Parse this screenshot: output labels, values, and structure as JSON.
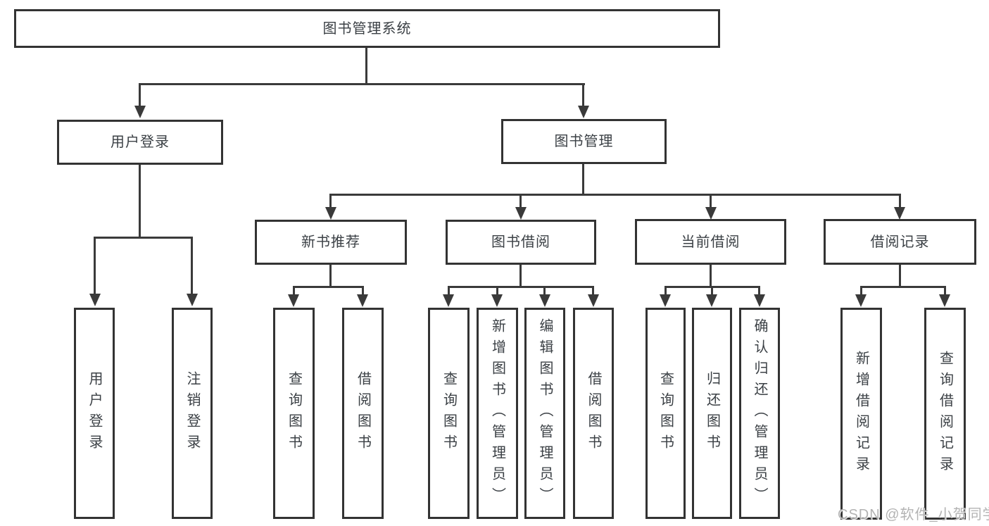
{
  "diagram": {
    "nodes": {
      "root": "图书管理系统",
      "user_login": "用户登录",
      "book_management": "图书管理",
      "new_book_rec": "新书推荐",
      "book_borrowing": "图书借阅",
      "current_borrowing": "当前借阅",
      "borrowing_records": "借阅记录",
      "login": "用户登录",
      "logout": "注销登录",
      "query_books_rec": "查询图书",
      "borrow_books_rec": "借阅图书",
      "query_books_borrow": "查询图书",
      "add_books_admin": "新增图书（管理员）",
      "edit_books_admin": "编辑图书（管理员）",
      "borrow_books_borrow": "借阅图书",
      "query_books_current": "查询图书",
      "return_books": "归还图书",
      "confirm_return_admin": "确认归还（管理员）",
      "add_borrow_record": "新增借阅记录",
      "query_borrow_record": "查询借阅记录"
    },
    "watermark": "CSDN @软件_小贺同学",
    "colors": {
      "line": "#3a3a3a",
      "border": "#333333",
      "text": "#3b4045",
      "watermark": "#b3b3b3",
      "background": "#ffffff"
    }
  }
}
